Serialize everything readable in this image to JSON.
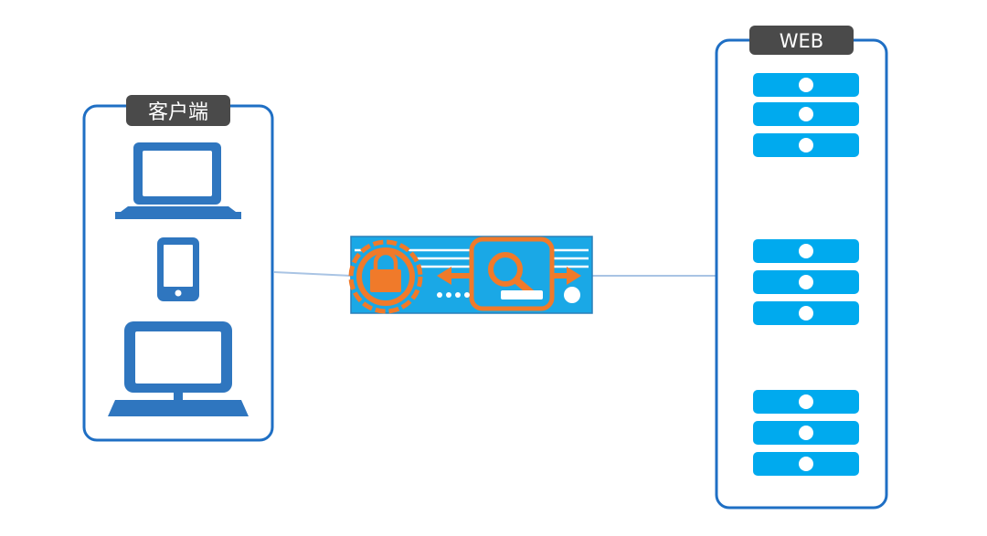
{
  "client_group": {
    "label": "客户端",
    "devices": [
      {
        "icon": "laptop-icon"
      },
      {
        "icon": "smartphone-icon"
      },
      {
        "icon": "desktop-monitor-icon"
      }
    ]
  },
  "gateway": {
    "icons": [
      "padlock-gear-icon",
      "magnifier-icon",
      "arrow-left-icon",
      "arrow-right-icon"
    ]
  },
  "server_group": {
    "label": "WEB",
    "racks": 3,
    "units_per_rack": 3
  },
  "colors": {
    "frame_blue": "#1f6fc4",
    "client_device_blue": "#2f76bf",
    "server_unit_cyan": "#00aaee",
    "gateway_cyan": "#1aa8e6",
    "gateway_orange": "#f07a2a",
    "label_bg": "#4a4a4a",
    "link_line": "#a9c4e4"
  }
}
